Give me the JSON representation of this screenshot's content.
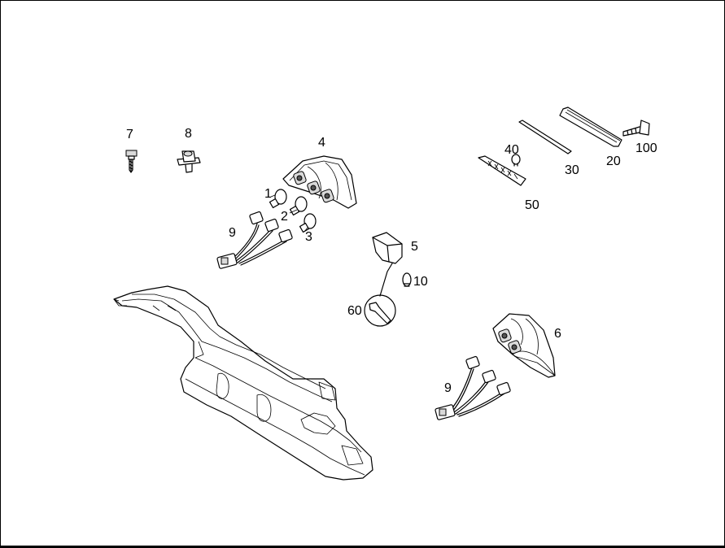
{
  "diagram": {
    "labels": {
      "p1": "1",
      "p2": "2",
      "p3": "3",
      "p4": "4",
      "p5": "5",
      "p6": "6",
      "p7": "7",
      "p8": "8",
      "p9a": "9",
      "p9b": "9",
      "p10": "10",
      "p20": "20",
      "p30": "30",
      "p40": "40",
      "p50": "50",
      "p60": "60",
      "p100": "100"
    }
  }
}
